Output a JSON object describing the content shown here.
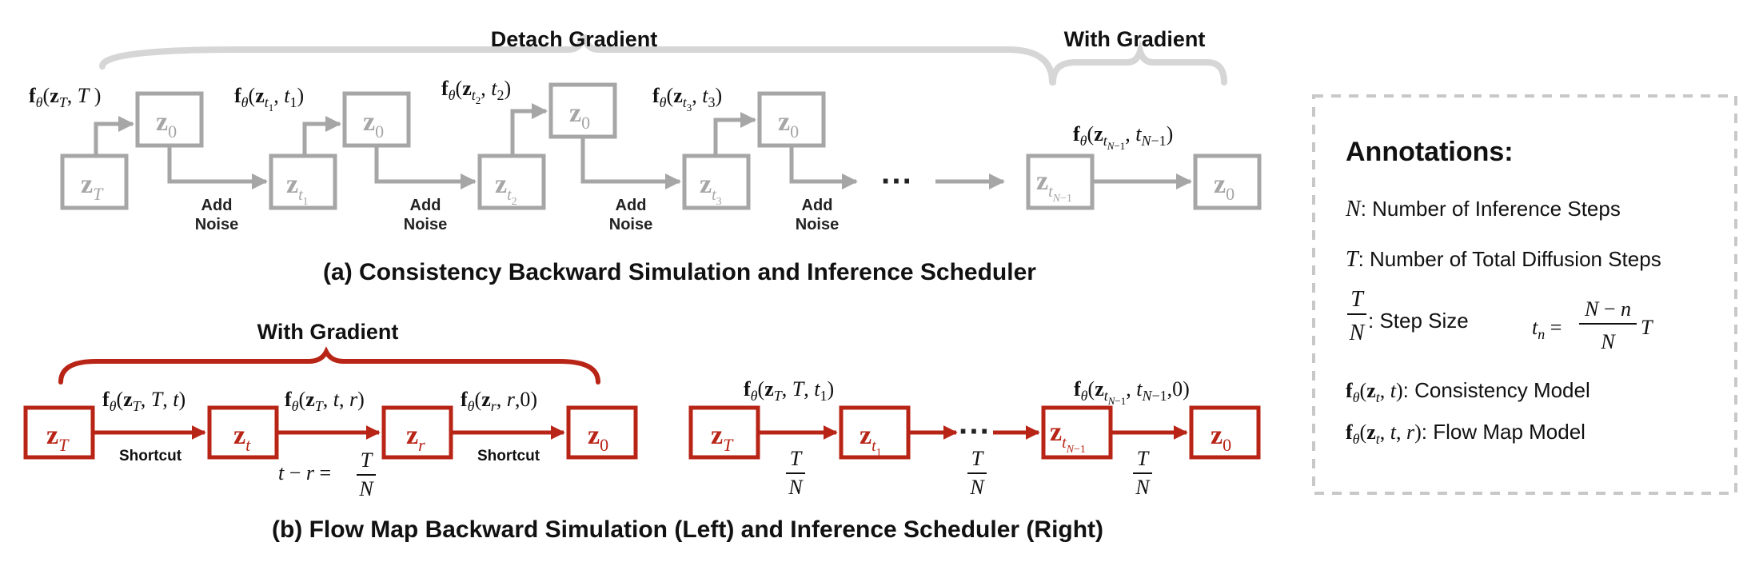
{
  "top": {
    "brace_left_label": "Detach Gradient",
    "brace_right_label": "With Gradient",
    "nodes": [
      "z_T",
      "z_0",
      "z_t1",
      "z_0",
      "z_t2",
      "z_0",
      "z_t3",
      "z_0",
      "z_tN-1",
      "z_0"
    ],
    "add_noise": [
      "Add\nNoise",
      "Add\nNoise",
      "Add\nNoise",
      "Add\nNoise"
    ],
    "ellipsis": "···",
    "caption": "(a) Consistency Backward Simulation and Inference Scheduler"
  },
  "bottom_left": {
    "brace_label": "With Gradient",
    "nodes": [
      "z_T",
      "z_t",
      "z_r",
      "z_0"
    ],
    "edge_labels": [
      "Shortcut",
      "Shortcut"
    ],
    "step_relation": "t − r = T/N"
  },
  "bottom_right": {
    "nodes": [
      "z_T",
      "z_t1",
      "z_tN-1",
      "z_0"
    ],
    "step_labels": [
      "T/N",
      "T/N",
      "T/N"
    ],
    "ellipsis": "···"
  },
  "bottom_caption": "(b) Flow Map Backward Simulation (Left) and Inference Scheduler (Right)",
  "annotations": {
    "title": "Annotations:",
    "n_desc": ": Number of Inference Steps",
    "t_desc": ": Number of Total Diffusion Steps",
    "step_desc": ": Step Size",
    "consistency_desc": ": Consistency Model",
    "flowmap_desc": ": Flow Map Model"
  },
  "colors": {
    "gray": "#a6a6a6",
    "red": "#b82516",
    "brace_gray": "#d6d6d6",
    "dashed_border": "#c8c8c8",
    "text": "#111111"
  }
}
